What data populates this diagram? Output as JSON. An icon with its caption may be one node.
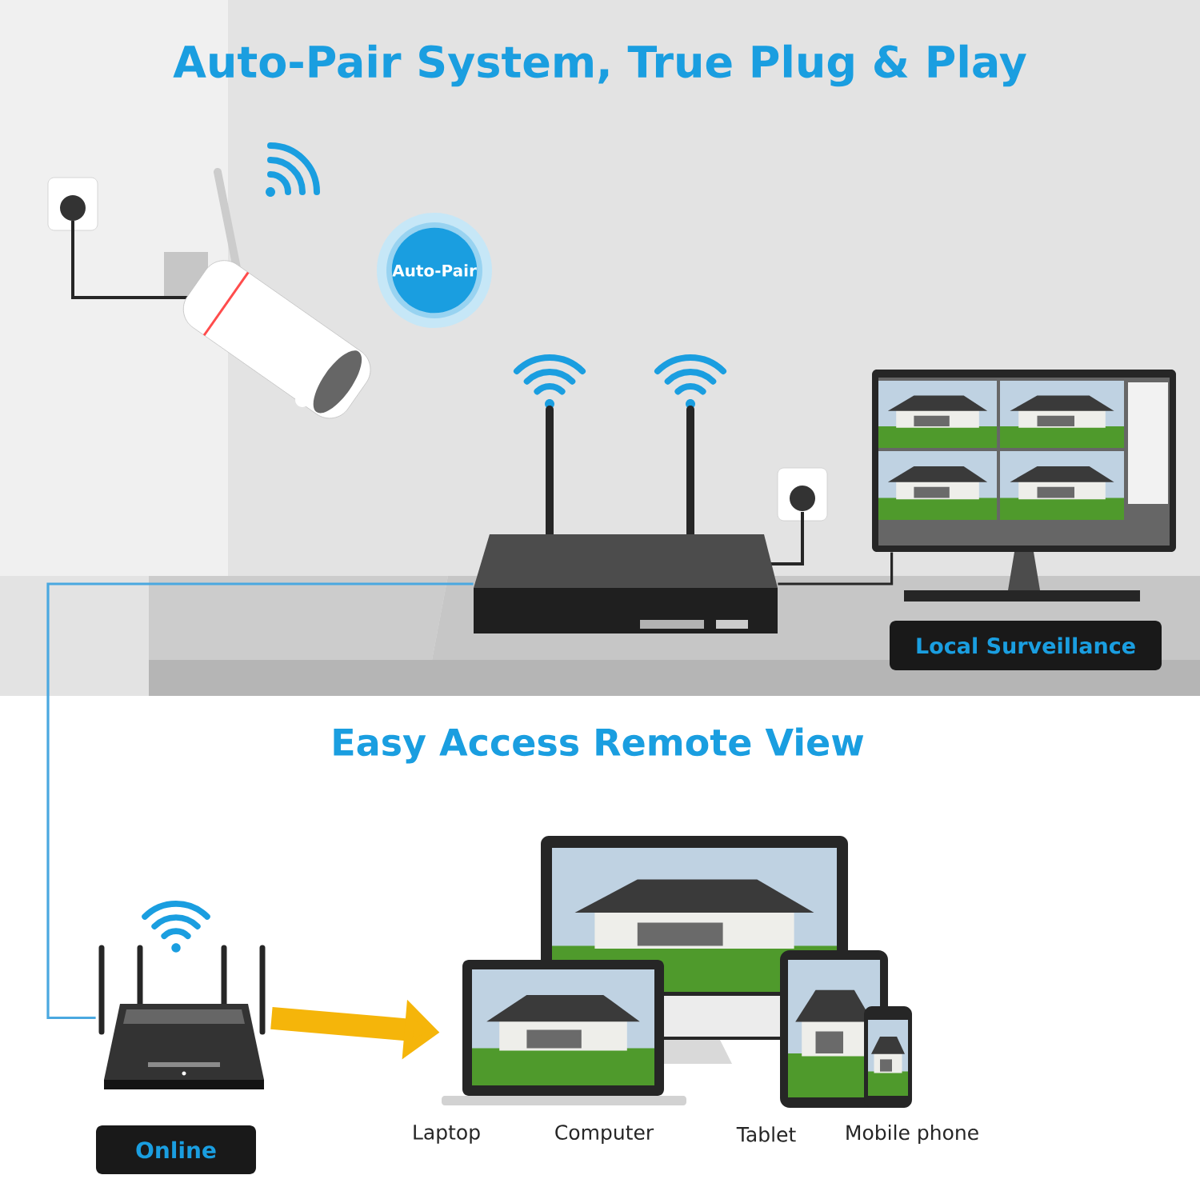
{
  "diagram": {
    "title": "Auto-Pair System, True Plug & Play",
    "nodes": [
      {
        "text": [],
        "shape": "picture"
      },
      {
        "text": [
          "Auto-Pair"
        ]
      },
      {
        "text": [],
        "shape": "picture"
      },
      {
        "text": [],
        "shape": "picture"
      },
      {
        "text": [
          "Local Surveillance"
        ]
      },
      {
        "text": [],
        "shape": "picture"
      },
      {
        "text": [
          "Online"
        ]
      },
      {
        "text": [],
        "shape": "picture",
        "beside": [
          "Laptop"
        ]
      },
      {
        "text": [],
        "shape": "picture"
      },
      {
        "text": [],
        "shape": "picture",
        "beside": [
          "Tablet"
        ]
      },
      {
        "text": [],
        "shape": "picture",
        "beside": [
          "Mobile phone"
        ]
      }
    ],
    "edges": [
      {
        "from": 2,
        "to": 5,
        "arrow": "none",
        "color": "#4aa8e0"
      },
      {
        "from": 2,
        "to": 3,
        "arrow": "none",
        "color": "#262626"
      },
      {
        "from": 5,
        "to": 7,
        "arrow": "to",
        "style": "thick",
        "color": "#f5b50a"
      }
    ],
    "labels": [
      "Easy Access Remote View",
      "Computer"
    ]
  }
}
